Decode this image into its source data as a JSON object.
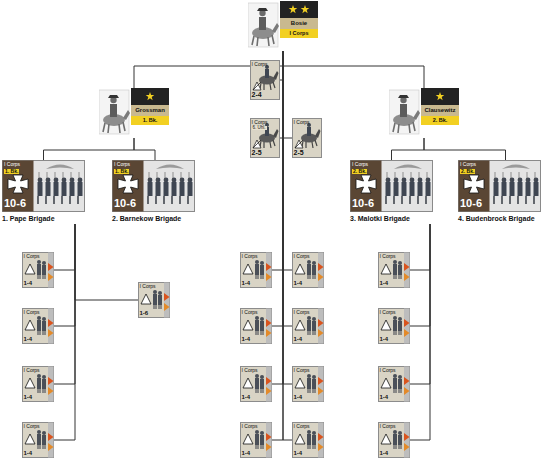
{
  "diagram": {
    "nodes": [
      {
        "text": [
          "Bosie",
          "I Corps"
        ]
      },
      {
        "text": [
          "I Corps",
          "2-4"
        ]
      },
      {
        "text": [
          "I Corps",
          "6. Uhl.",
          "2-5"
        ]
      },
      {
        "text": [
          "I Corps",
          "2-5"
        ]
      },
      {
        "text": [
          "Grossman",
          "1. Bk."
        ]
      },
      {
        "text": [
          "Clausewitz",
          "2. Bk."
        ]
      },
      {
        "text": [
          "I Corps",
          "1. Bk.",
          "10-6",
          "1. Pape Brigade"
        ]
      },
      {
        "text": [
          "I Corps",
          "1. Bk.",
          "10-6",
          "2. Barnekow Brigade"
        ]
      },
      {
        "text": [
          "I Corps",
          "2. Bk.",
          "10-6",
          "3. Malotki Brigade"
        ]
      },
      {
        "text": [
          "I Corps",
          "2. Bk.",
          "10-6",
          "4. Budenbrock Brigade"
        ]
      },
      {
        "text": [
          "I Corps",
          "1-4"
        ]
      },
      {
        "text": [
          "I Corps",
          "1-4"
        ]
      },
      {
        "text": [
          "I Corps",
          "1-4"
        ]
      },
      {
        "text": [
          "I Corps",
          "1-4"
        ]
      },
      {
        "text": [
          "I Corps",
          "1-6"
        ]
      },
      {
        "text": [
          "I Corps",
          "1-4"
        ]
      },
      {
        "text": [
          "I Corps",
          "1-4"
        ]
      },
      {
        "text": [
          "I Corps",
          "1-4"
        ]
      },
      {
        "text": [
          "I Corps",
          "1-4"
        ]
      },
      {
        "text": [
          "I Corps",
          "1-4"
        ]
      },
      {
        "text": [
          "I Corps",
          "1-4"
        ]
      },
      {
        "text": [
          "I Corps",
          "1-4"
        ]
      },
      {
        "text": [
          "I Corps",
          "1-4"
        ]
      },
      {
        "text": [
          "I Corps",
          "1-4"
        ]
      },
      {
        "text": [
          "I Corps",
          "1-4"
        ]
      },
      {
        "text": [
          "I Corps",
          "1-4"
        ]
      },
      {
        "text": [
          "I Corps",
          "1-4"
        ]
      }
    ],
    "edges": [
      {
        "from": 0,
        "to": 1,
        "arrow": "none"
      },
      {
        "from": 0,
        "to": 2,
        "arrow": "none"
      },
      {
        "from": 0,
        "to": 3,
        "arrow": "none"
      },
      {
        "from": 0,
        "to": 4,
        "arrow": "none"
      },
      {
        "from": 0,
        "to": 5,
        "arrow": "none"
      },
      {
        "from": 4,
        "to": 6,
        "arrow": "none"
      },
      {
        "from": 4,
        "to": 7,
        "arrow": "none"
      },
      {
        "from": 5,
        "to": 8,
        "arrow": "none"
      },
      {
        "from": 5,
        "to": 9,
        "arrow": "none"
      },
      {
        "from": 6,
        "to": 10,
        "arrow": "none"
      },
      {
        "from": 6,
        "to": 11,
        "arrow": "none"
      },
      {
        "from": 6,
        "to": 12,
        "arrow": "none"
      },
      {
        "from": 6,
        "to": 13,
        "arrow": "none"
      },
      {
        "from": 6,
        "to": 14,
        "arrow": "none"
      },
      {
        "from": 0,
        "to": 15,
        "arrow": "none"
      },
      {
        "from": 0,
        "to": 16,
        "arrow": "none"
      },
      {
        "from": 0,
        "to": 17,
        "arrow": "none"
      },
      {
        "from": 0,
        "to": 18,
        "arrow": "none"
      },
      {
        "from": 0,
        "to": 19,
        "arrow": "none"
      },
      {
        "from": 0,
        "to": 20,
        "arrow": "none"
      },
      {
        "from": 0,
        "to": 21,
        "arrow": "none"
      },
      {
        "from": 0,
        "to": 22,
        "arrow": "none"
      },
      {
        "from": 8,
        "to": 23,
        "arrow": "none"
      },
      {
        "from": 8,
        "to": 24,
        "arrow": "none"
      },
      {
        "from": 8,
        "to": 25,
        "arrow": "none"
      },
      {
        "from": 8,
        "to": 26,
        "arrow": "none"
      }
    ]
  }
}
